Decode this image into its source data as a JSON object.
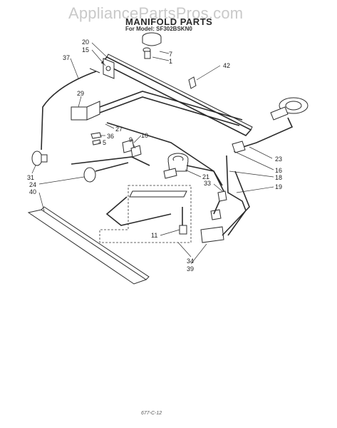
{
  "watermark": "AppliancePartsPros.com",
  "title": "MANIFOLD PARTS",
  "model_line": "For Model: SF302BSKN0",
  "footer": "677-C-12",
  "callouts": {
    "c7": "7",
    "c1": "1",
    "c20": "20",
    "c15": "15",
    "c37": "37",
    "c42": "42",
    "c29": "29",
    "c27": "27",
    "c36": "36",
    "c5": "5",
    "c10": "10",
    "c9": "9",
    "c31": "31",
    "c24": "24",
    "c40": "40",
    "c21": "21",
    "c23": "23",
    "c16": "16",
    "c18": "18",
    "c33": "33",
    "c19": "19",
    "c11": "11",
    "c34": "34",
    "c39": "39"
  }
}
